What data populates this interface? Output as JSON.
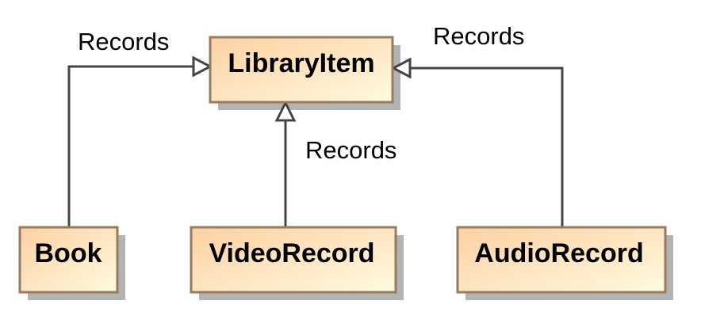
{
  "diagram": {
    "type": "UML class diagram",
    "colors": {
      "fill_start": "#fdd0a2",
      "fill_end": "#fffbe0",
      "border": "#9a7a5c",
      "shadow": "#b3b3b3",
      "edge": "#444444"
    },
    "classes": [
      {
        "id": "libraryitem",
        "name": "LibraryItem"
      },
      {
        "id": "book",
        "name": "Book"
      },
      {
        "id": "videorecord",
        "name": "VideoRecord"
      },
      {
        "id": "audiorecord",
        "name": "AudioRecord"
      }
    ],
    "relations": [
      {
        "from": "Book",
        "to": "LibraryItem",
        "kind": "generalization",
        "label": "Records"
      },
      {
        "from": "VideoRecord",
        "to": "LibraryItem",
        "kind": "generalization",
        "label": "Records"
      },
      {
        "from": "AudioRecord",
        "to": "LibraryItem",
        "kind": "generalization",
        "label": "Records"
      }
    ]
  }
}
